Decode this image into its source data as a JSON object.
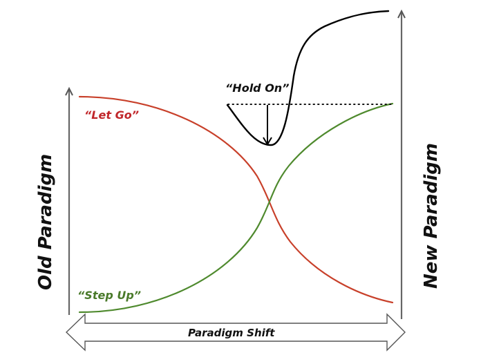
{
  "diagram": {
    "labels": {
      "left_axis": "Old Paradigm",
      "right_axis": "New Paradigm",
      "bottom_arrow": "Paradigm Shift",
      "let_go": "“Let Go”",
      "step_up": "“Step Up”",
      "hold_on": "“Hold On”"
    },
    "colors": {
      "let_go_curve": "#c8402a",
      "let_go_text": "#c0262a",
      "step_up_curve": "#4f8a2e",
      "step_up_text": "#4a7a2a",
      "hold_on_curve": "#000000",
      "axis": "#666666",
      "arrow_outline": "#555555",
      "text": "#111111"
    }
  }
}
